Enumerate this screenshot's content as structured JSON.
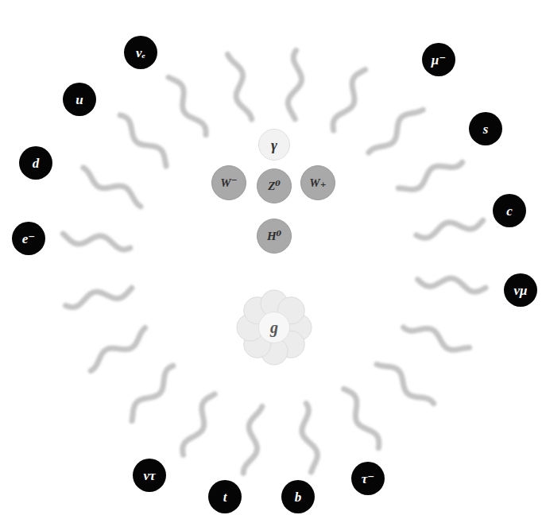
{
  "diagram": {
    "nodes": [
      {
        "text": [
          "νₑ"
        ]
      },
      {
        "text": [
          "μ⁻"
        ]
      },
      {
        "text": [
          "u"
        ]
      },
      {
        "text": [
          "s"
        ]
      },
      {
        "text": [
          "γ"
        ]
      },
      {
        "text": [
          "W⁻"
        ]
      },
      {
        "text": [
          "Z⁰"
        ]
      },
      {
        "text": [
          "W₊"
        ]
      },
      {
        "text": [
          "d"
        ]
      },
      {
        "text": [
          "c"
        ]
      },
      {
        "text": [
          "e⁻"
        ]
      },
      {
        "text": [
          "H⁰"
        ]
      },
      {
        "text": [
          "νμ"
        ]
      },
      {
        "text": [
          "g"
        ]
      },
      {
        "text": [
          "ντ"
        ]
      },
      {
        "text": [
          "τ⁻"
        ]
      },
      {
        "text": [
          "t"
        ]
      },
      {
        "text": [
          "b"
        ]
      }
    ]
  }
}
